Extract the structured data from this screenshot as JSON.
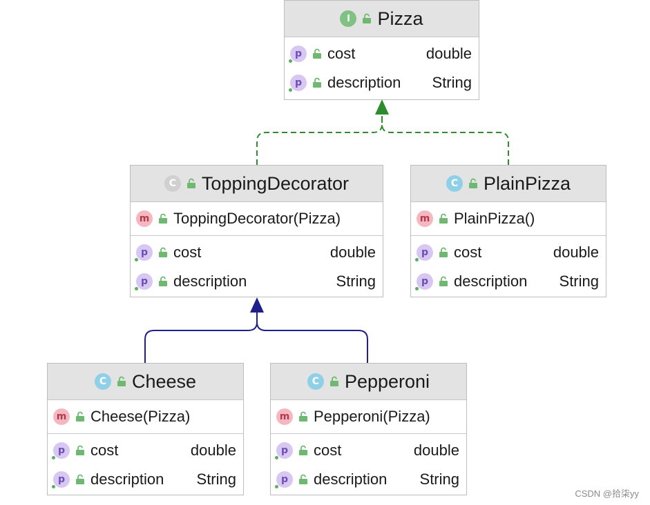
{
  "colors": {
    "realization_edge": "#2e8b2e",
    "inheritance_edge": "#1f1f8c",
    "header_bg": "#e3e3e3"
  },
  "nodes": {
    "pizza": {
      "title": "Pizza",
      "kind_glyph": "I",
      "fields": [
        {
          "name": "cost",
          "type": "double"
        },
        {
          "name": "description",
          "type": "String"
        }
      ]
    },
    "topping_decorator": {
      "title": "ToppingDecorator",
      "kind_glyph": "C",
      "constructor": "ToppingDecorator(Pizza)",
      "fields": [
        {
          "name": "cost",
          "type": "double"
        },
        {
          "name": "description",
          "type": "String"
        }
      ]
    },
    "plain_pizza": {
      "title": "PlainPizza",
      "kind_glyph": "C",
      "constructor": "PlainPizza()",
      "fields": [
        {
          "name": "cost",
          "type": "double"
        },
        {
          "name": "description",
          "type": "String"
        }
      ]
    },
    "cheese": {
      "title": "Cheese",
      "kind_glyph": "C",
      "constructor": "Cheese(Pizza)",
      "fields": [
        {
          "name": "cost",
          "type": "double"
        },
        {
          "name": "description",
          "type": "String"
        }
      ]
    },
    "pepperoni": {
      "title": "Pepperoni",
      "kind_glyph": "C",
      "constructor": "Pepperoni(Pizza)",
      "fields": [
        {
          "name": "cost",
          "type": "double"
        },
        {
          "name": "description",
          "type": "String"
        }
      ]
    }
  },
  "badges": {
    "field": "p",
    "method": "m"
  },
  "watermark": "CSDN @拾柒yy"
}
